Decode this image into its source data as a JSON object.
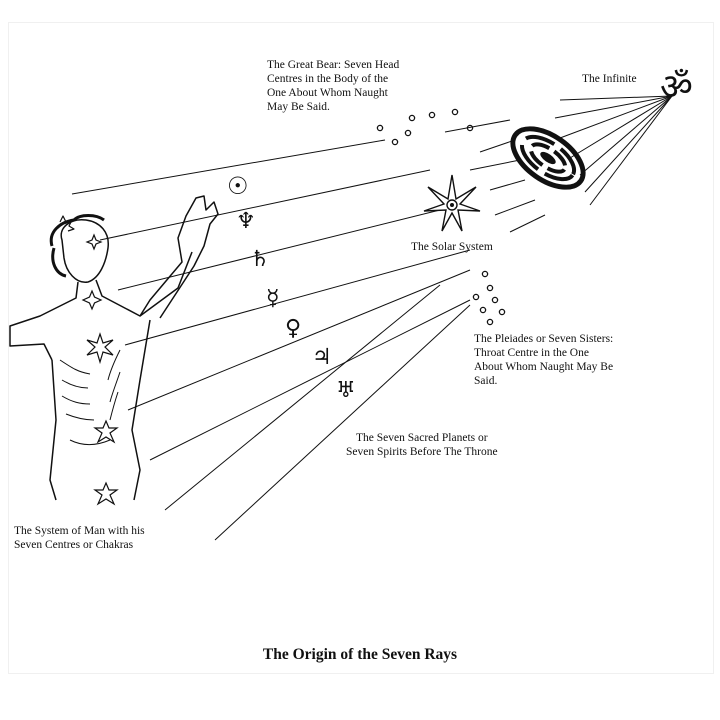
{
  "title": "The Origin of the Seven Rays",
  "labels": {
    "great_bear": [
      "The Great Bear: Seven Head",
      "Centres in the Body of the",
      "One About Whom Naught",
      "May Be Said."
    ],
    "infinite": "The Infinite",
    "solar_system": "The Solar System",
    "pleiades": [
      "The Pleiades or Seven Sisters:",
      "Throat Centre in the One",
      "About Whom Naught May Be",
      "Said."
    ],
    "planets": [
      "The Seven Sacred Planets or",
      "Seven Spirits Before The Throne"
    ],
    "man": [
      "The System of Man with his",
      "Seven Centres or Chakras"
    ]
  },
  "symbols": {
    "om": "ॐ",
    "sun": "☉",
    "neptune": "♆",
    "saturn": "♄",
    "mercury": "☿",
    "venus": "♀",
    "jupiter": "♃",
    "uranus": "♅"
  },
  "icons": [
    "om-icon",
    "spiral-galaxy-icon",
    "solar-star-icon",
    "great-bear-dots-icon",
    "pleiades-dots-icon",
    "human-figure-icon",
    "chakra-star-icon"
  ]
}
